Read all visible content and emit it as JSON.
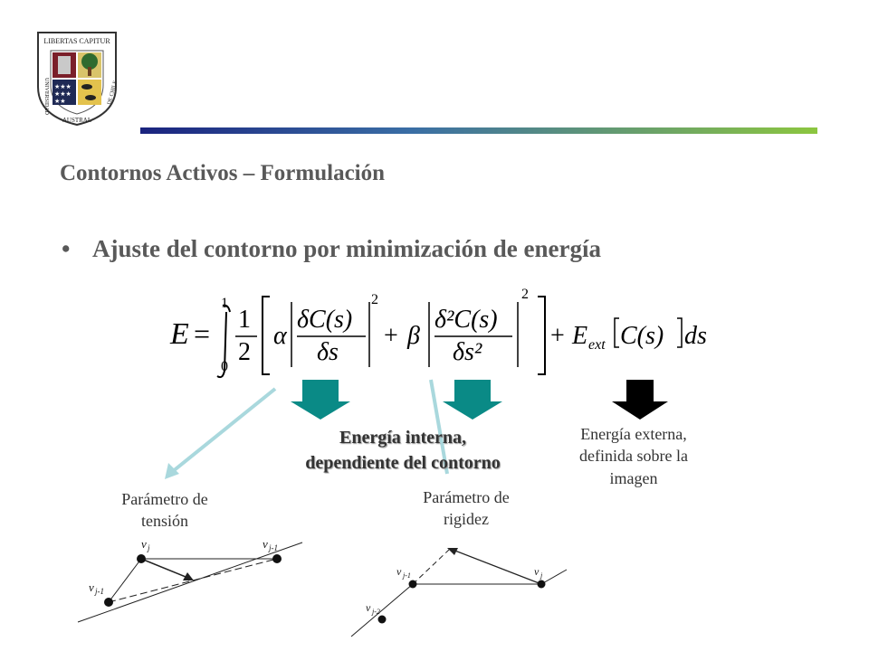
{
  "logo": {
    "top_text": "LIBERTAS CAPITUR",
    "left_text": "UNIVERSIDAD",
    "bottom_text": "AUSTRAL",
    "right_text": "DE CHILE"
  },
  "header_bar": {
    "colors": [
      "#1a237e",
      "#3a6ea5",
      "#8cc63f"
    ]
  },
  "slide": {
    "title": "Contornos Activos – Formulación",
    "bullet": "Ajuste del contorno por minimización de energía"
  },
  "formula": {
    "lhs": "E",
    "eq": "=",
    "int_upper": "1",
    "int_lower": "0",
    "half_num": "1",
    "half_den": "2",
    "alpha": "α",
    "beta": "β",
    "term1_num": "δC(s)",
    "term1_den": "δs",
    "term2_num": "δ²C(s)",
    "term2_den": "δs²",
    "exp": "2",
    "plus": "+",
    "eext": "E",
    "eext_sub": "ext",
    "eext_arg": "C(s)",
    "ds": "ds"
  },
  "labels": {
    "internal_line1": "Energía interna,",
    "internal_line2": "dependiente del contorno",
    "external_line1": "Energía externa,",
    "external_line2": "definida sobre la",
    "external_line3": "imagen",
    "tension_line1": "Parámetro de",
    "tension_line2": "tensión",
    "rigidez_line1": "Parámetro de",
    "rigidez_line2": "rigidez"
  },
  "diagram_left": {
    "vj": "v",
    "vj_sub": "j",
    "vj1": "v",
    "vj1_sub": "j-1",
    "vjm1": "v",
    "vjm1_sub": "j-1"
  },
  "diagram_right": {
    "vj1": "v",
    "vj1_sub": "j-1",
    "vj2": "v",
    "vj2_sub": "j-2",
    "vj": "v",
    "vj_sub": "j"
  },
  "colors": {
    "teal_arrow": "#0a8a86",
    "black_arrow": "#000000",
    "pointer_line": "#a9d8dd",
    "text_gray": "#595959"
  }
}
